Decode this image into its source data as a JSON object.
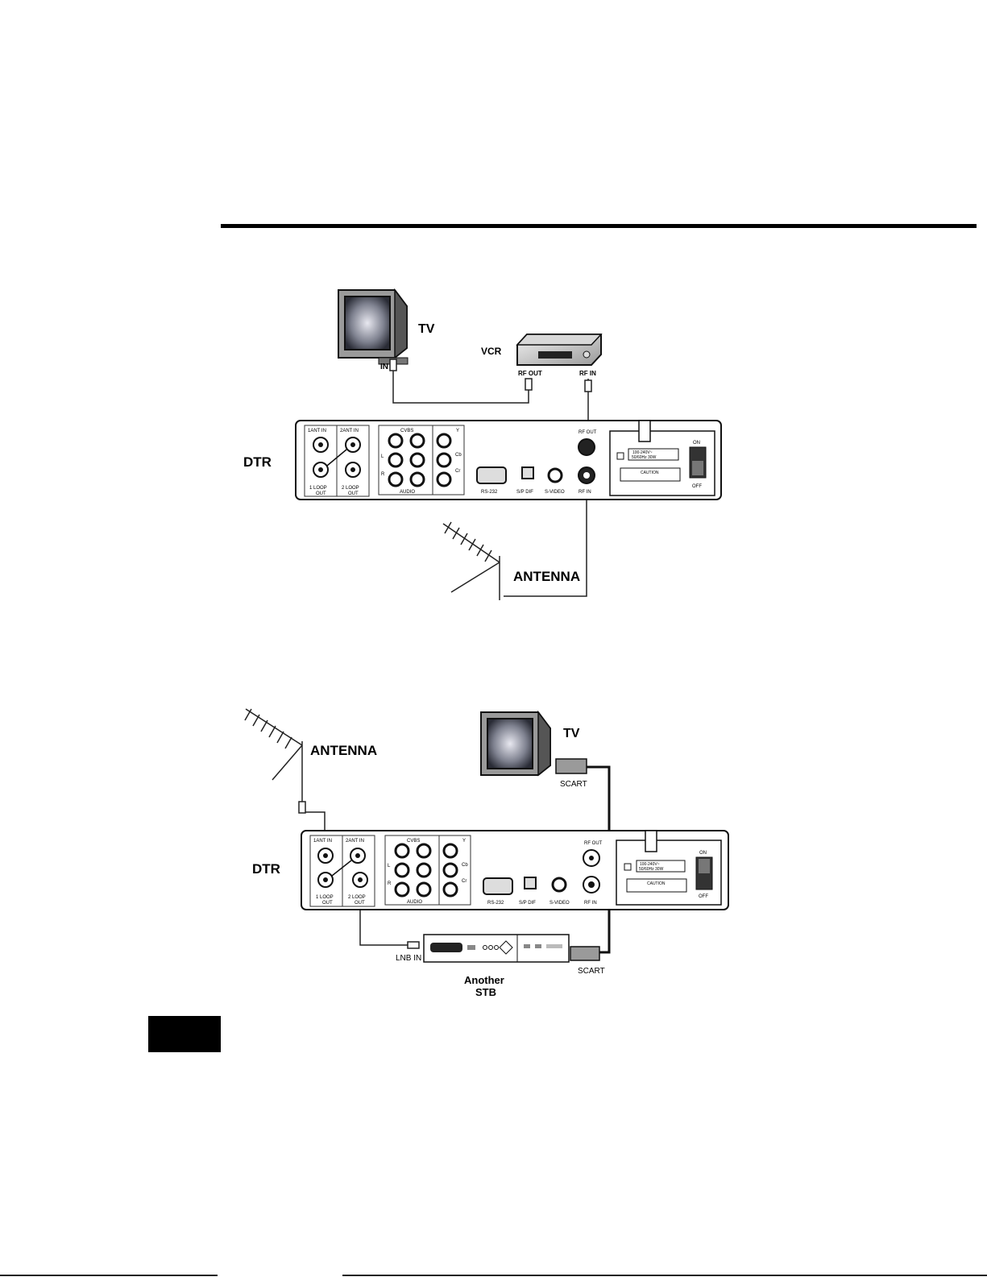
{
  "diagram1": {
    "tv": "TV",
    "vcr": "VCR",
    "in": "IN",
    "rf_out": "RF OUT",
    "rf_in": "RF IN",
    "dtr": "DTR",
    "antenna": "ANTENNA"
  },
  "diagram2": {
    "tv": "TV",
    "scart_tv": "SCART",
    "antenna": "ANTENNA",
    "dtr": "DTR",
    "lnb_in": "LNB IN",
    "scart_stb": "SCART",
    "another": "Another",
    "stb": "STB"
  },
  "panel": {
    "ant1_in": "1ANT IN",
    "ant2_in": "2ANT IN",
    "loop1_out_a": "1 LOOP",
    "loop1_out_b": "OUT",
    "loop2_out_a": "2 LOOP",
    "loop2_out_b": "OUT",
    "cvbs": "CVBS",
    "audio": "AUDIO",
    "l": "L",
    "r": "R",
    "y": "Y",
    "cb": "Cb",
    "cr": "Cr",
    "rs232": "RS-232",
    "spdif": "S/P DIF",
    "svideo": "S-VIDEO",
    "rf_out": "RF OUT",
    "rf_in": "RF IN",
    "power_rating_a": "100-240V~",
    "power_rating_b": "50/60Hz 30W",
    "caution": "CAUTION",
    "on": "ON",
    "off": "OFF"
  }
}
